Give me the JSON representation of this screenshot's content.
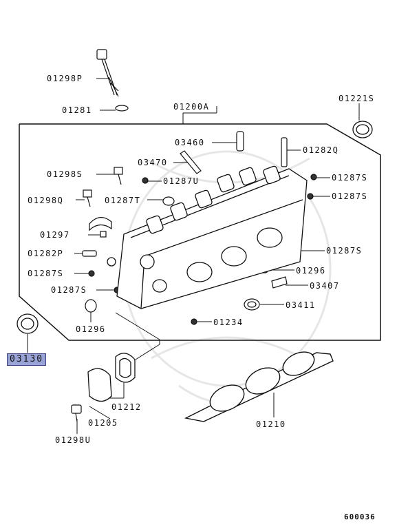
{
  "labels": {
    "p01298P": "01298P",
    "p01281": "01281",
    "p01200A": "01200A",
    "p01221S": "01221S",
    "p03460": "03460",
    "p01282Q": "01282Q",
    "p03470": "03470",
    "p01298S": "01298S",
    "p01287U": "01287U",
    "p01287S_a": "01287S",
    "p01298Q": "01298Q",
    "p01287T": "01287T",
    "p01287S_b": "01287S",
    "p01297": "01297",
    "p01282P": "01282P",
    "p01287S_c": "01287S",
    "p01287S_d": "01287S",
    "p01296_a": "01296",
    "p01287S_e": "01287S",
    "p03407": "03407",
    "p03411": "03411",
    "p01296_b": "01296",
    "p01234": "01234",
    "p03130": "03130",
    "p01212": "01212",
    "p01205": "01205",
    "p01210": "01210",
    "p01298U": "01298U"
  },
  "highlighted_part": "03130",
  "diagram_code": "600036",
  "colors": {
    "highlight": "#9aa3d6",
    "line": "#111111"
  }
}
